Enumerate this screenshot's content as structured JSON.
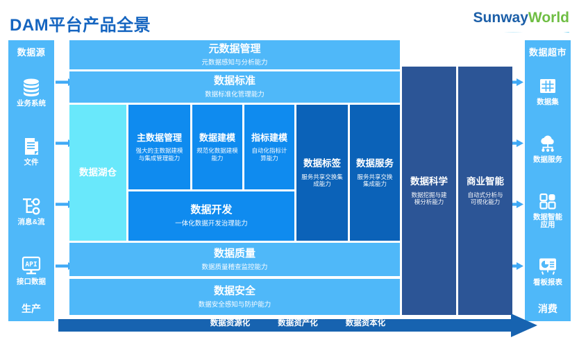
{
  "header": {
    "title": "DAM平台产品全景",
    "brand_sunway": "Sunway",
    "brand_world": "World",
    "title_color": "#1565C0",
    "brand_blue": "#1C5FA8",
    "brand_green": "#6FBE44"
  },
  "palette": {
    "light_blue": "#4FB8F9",
    "cyan": "#69E8FB",
    "mid_blue": "#0F8BEF",
    "deep_blue": "#0B62B8",
    "navy": "#2C5596"
  },
  "left_panel": {
    "header": "数据源",
    "footer": "生产",
    "items": [
      {
        "icon": "database-icon",
        "label": "业务系统"
      },
      {
        "icon": "document-icon",
        "label": "文件"
      },
      {
        "icon": "message-stream-icon",
        "label": "消息&流"
      },
      {
        "icon": "api-monitor-icon",
        "label": "接口数据"
      }
    ]
  },
  "right_panel": {
    "header": "数据超市",
    "footer": "消费",
    "items": [
      {
        "icon": "table-grid-icon",
        "label": "数据集"
      },
      {
        "icon": "cloud-service-icon",
        "label": "数据服务"
      },
      {
        "icon": "app-blocks-icon",
        "label": "数据智能\n应用"
      },
      {
        "icon": "dashboard-report-icon",
        "label": "看板报表"
      }
    ]
  },
  "center": {
    "metadata": {
      "title": "元数据管理",
      "subtitle": "元数据感知与分析能力"
    },
    "standard": {
      "title": "数据标准",
      "subtitle": "数据标准化管理能力"
    },
    "lakehouse": {
      "title": "数据湖仓",
      "subtitle": ""
    },
    "master_data": {
      "title": "主数据管理",
      "subtitle": "强大的主数据建模\n与集成管理能力"
    },
    "data_model": {
      "title": "数据建模",
      "subtitle": "规范化数据建模\n能力"
    },
    "metric_model": {
      "title": "指标建模",
      "subtitle": "自动化指标计\n算能力"
    },
    "data_dev": {
      "title": "数据开发",
      "subtitle": "一体化数据开发治理能力"
    },
    "data_tag": {
      "title": "数据标签",
      "subtitle": "服务共享交换集\n成能力"
    },
    "data_service": {
      "title": "数据服务",
      "subtitle": "服务共享交换\n集成能力"
    },
    "data_science": {
      "title": "数据科学",
      "subtitle": "数据挖掘与建\n模分析能力"
    },
    "bi": {
      "title": "商业智能",
      "subtitle": "自动式分析与\n可视化能力"
    },
    "quality": {
      "title": "数据质量",
      "subtitle": "数据质量稽查监控能力"
    },
    "security": {
      "title": "数据安全",
      "subtitle": "数据安全感知与防护能力"
    }
  },
  "flow": {
    "stages": [
      "数据资源化",
      "数据资产化",
      "数据资本化"
    ]
  }
}
